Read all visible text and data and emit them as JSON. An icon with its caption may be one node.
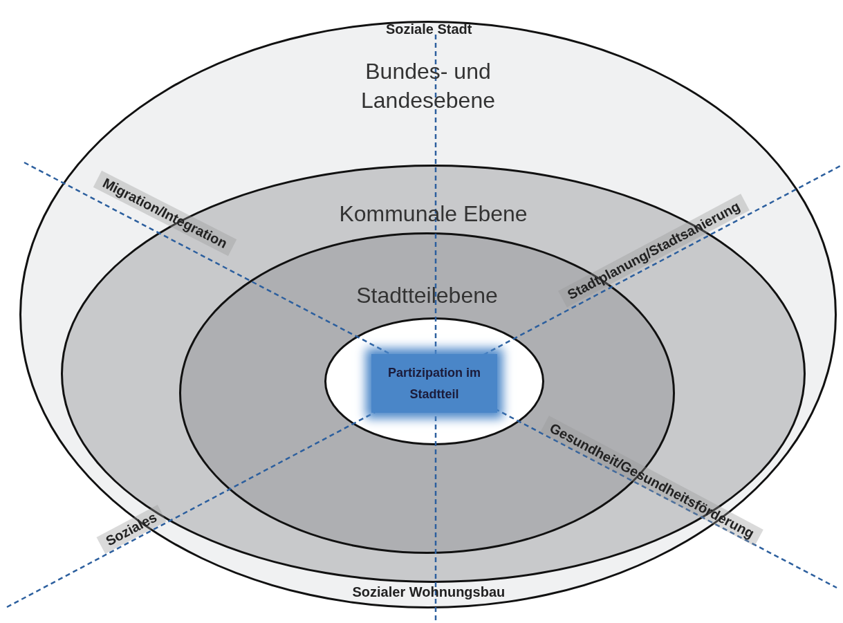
{
  "diagram": {
    "nodes": [
      {
        "text": [
          "Bundes- und Landesebene"
        ]
      },
      {
        "text": [
          "Kommunale Ebene"
        ],
        "in": 0
      },
      {
        "text": [
          "Stadtteilebene"
        ],
        "in": 1
      },
      {
        "text": [
          "Partizipation im Stadtteil"
        ],
        "in": 2
      }
    ],
    "labels": [
      "Soziale Stadt",
      "Migration/Integration",
      "Stadtplanung/Stadtsanierung",
      "Soziales",
      "Gesundheit/Gesundheitsförderung",
      "Sozialer Wohnungsbau"
    ]
  }
}
